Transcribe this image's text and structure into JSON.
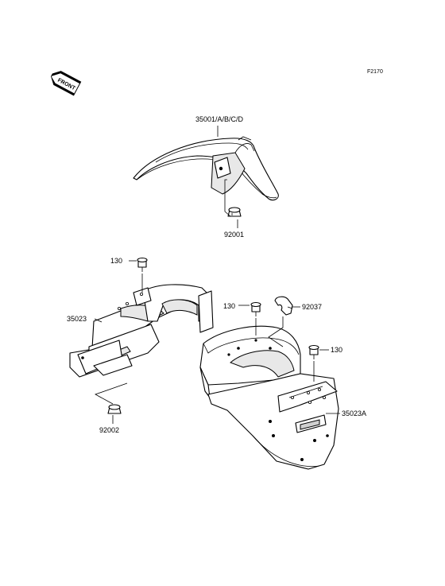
{
  "diagram_code": "F2170",
  "front_badge": "FRONT",
  "parts": {
    "front_fender": "35001/A/B/C/D",
    "front_bolt": "92001",
    "rear_flap_left": "35023",
    "bolt_upper_left": "130",
    "rear_bolt": "92002",
    "bolt_middle": "130",
    "clamp": "92037",
    "bolt_right": "130",
    "rear_flap_right": "35023A"
  }
}
